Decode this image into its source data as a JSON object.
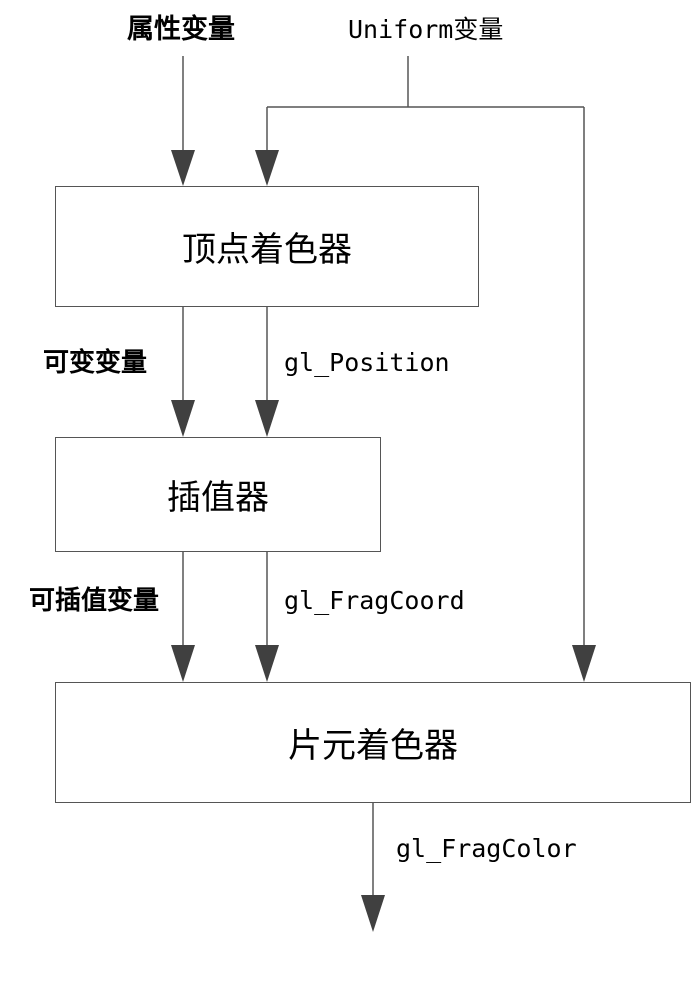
{
  "inputs": {
    "attribute_vars": "属性变量",
    "uniform_vars": "Uniform变量"
  },
  "boxes": {
    "vertex_shader": "顶点着色器",
    "interpolator": "插值器",
    "fragment_shader": "片元着色器"
  },
  "labels": {
    "varying_vars": "可变变量",
    "gl_position": "gl_Position",
    "interpolated_varying_vars": "可插值变量",
    "gl_fragcoord": "gl_FragCoord",
    "gl_fragcolor": "gl_FragColor"
  },
  "colors": {
    "line": "#555555",
    "arrowhead": "#404040",
    "box_border": "#555555"
  }
}
